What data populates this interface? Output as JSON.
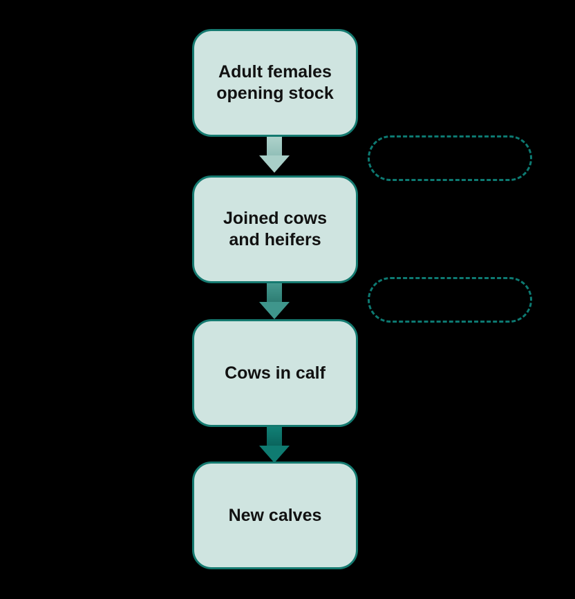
{
  "diagram": {
    "description_colors": {
      "background": "#000000",
      "box_fill": "#cfe4e0",
      "box_border": "#157a70",
      "text_color": "#111111",
      "arrow_1_color": "#a9cfc8",
      "arrow_2_color": "#3f968c",
      "arrow_3_color": "#0f7b71",
      "dashed_slot_border": "#0d7a72"
    },
    "boxes": [
      {
        "id": "adult-females-opening-stock",
        "lines": [
          "Adult females",
          "opening stock"
        ]
      },
      {
        "id": "joined-cows-and-heifers",
        "lines": [
          "Joined cows",
          "and heifers"
        ]
      },
      {
        "id": "cows-in-calf",
        "lines": [
          "Cows in calf"
        ]
      },
      {
        "id": "new-calves",
        "lines": [
          "New calves"
        ]
      }
    ],
    "arrows": [
      {
        "id": "arrow-1",
        "direction": "down",
        "from": "adult-females-opening-stock",
        "to": "joined-cows-and-heifers"
      },
      {
        "id": "arrow-2",
        "direction": "down",
        "from": "joined-cows-and-heifers",
        "to": "cows-in-calf"
      },
      {
        "id": "arrow-3",
        "direction": "down",
        "from": "cows-in-calf",
        "to": "new-calves"
      }
    ],
    "side_slots": [
      {
        "id": "side-slot-1",
        "label": ""
      },
      {
        "id": "side-slot-2",
        "label": ""
      }
    ]
  }
}
